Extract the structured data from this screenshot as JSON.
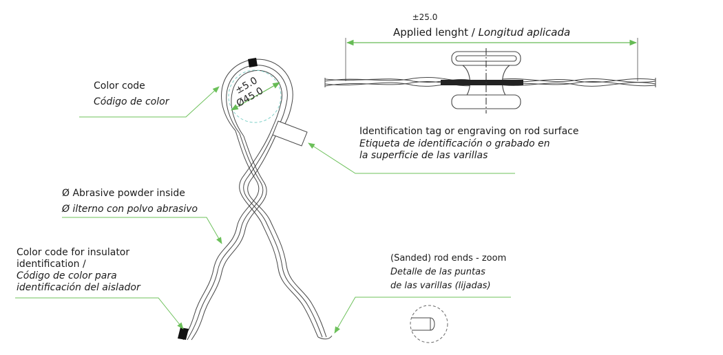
{
  "colors": {
    "leader": "#6cc05a",
    "line": "#333333",
    "accent_dim": "#66bb55",
    "hub_outline": "#444444"
  },
  "labels": {
    "tolerance_top": "±25.0",
    "applied_length_en": "Applied  lenght /",
    "applied_length_es": "Longitud aplicada",
    "color_code_en": "Color code",
    "color_code_es": "Código de color",
    "loop_tolerance": "±5.0",
    "loop_diameter": "Ø45.0",
    "id_tag_en": "Identification tag or engraving on rod surface",
    "id_tag_es_1": "Etiqueta de identificación o grabado en",
    "id_tag_es_2": "la superficie de las varillas",
    "abrasive_en": "Ø Abrasive powder inside",
    "abrasive_es": "Ø ilterno con polvo abrasivo",
    "insulator_en_1": "Color code for insulator",
    "insulator_en_2": "identification /",
    "insulator_es_1": "Código de color para",
    "insulator_es_2": "identificación del aislador",
    "rod_ends_en": "(Sanded) rod ends - zoom",
    "rod_ends_es_1": "Detalle de las puntas",
    "rod_ends_es_2": "de las varillas (lijadas)"
  }
}
